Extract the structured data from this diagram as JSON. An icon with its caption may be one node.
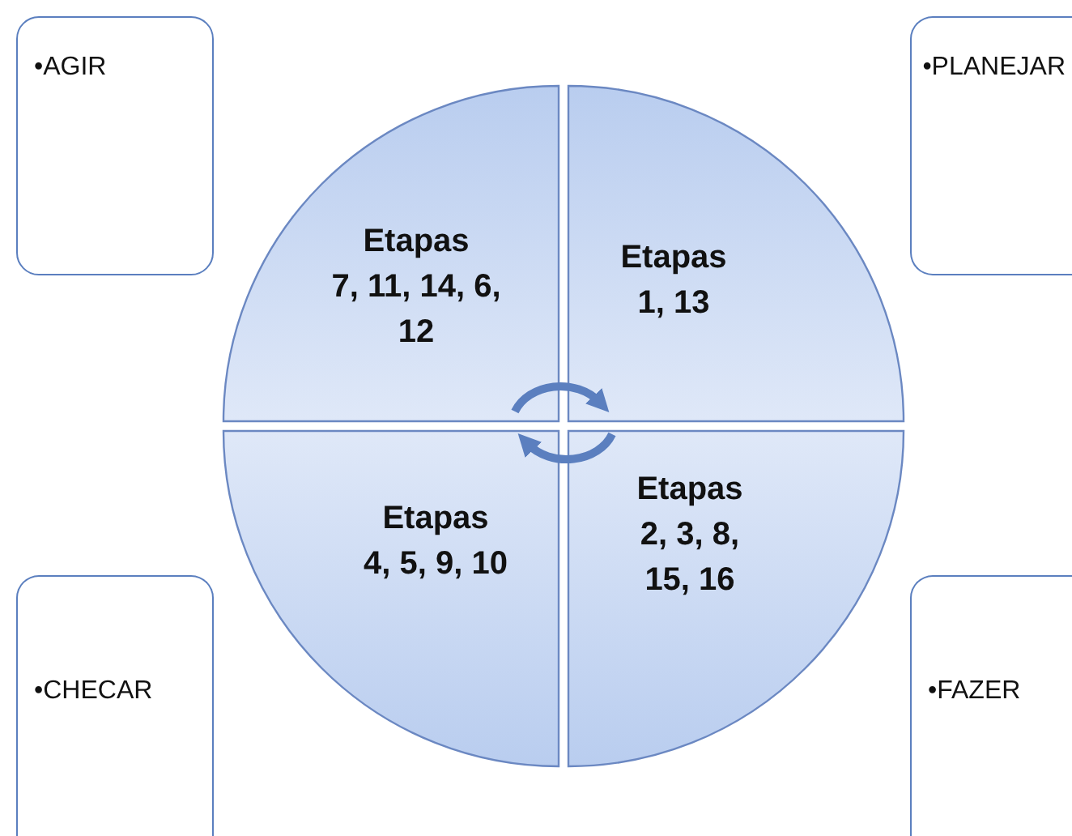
{
  "diagram": {
    "nodes": [
      {
        "text": [
          "•AGIR"
        ]
      },
      {
        "text": [
          "•PLANEJAR"
        ]
      },
      {
        "text": [
          "Etapas",
          "7, 11, 14, 6, 12"
        ]
      },
      {
        "text": [
          "Etapas",
          "1, 13"
        ]
      },
      {
        "text": [
          "Etapas",
          "4, 5, 9, 10"
        ]
      },
      {
        "text": [
          "Etapas",
          "2, 3, 8, 15, 16"
        ]
      },
      {
        "text": [
          "•CHECAR"
        ]
      },
      {
        "text": [
          "•FAZER"
        ]
      }
    ],
    "edges": [
      {
        "from": 2,
        "to": 3,
        "arrow": "to"
      },
      {
        "from": 5,
        "to": 4,
        "arrow": "to"
      }
    ]
  }
}
